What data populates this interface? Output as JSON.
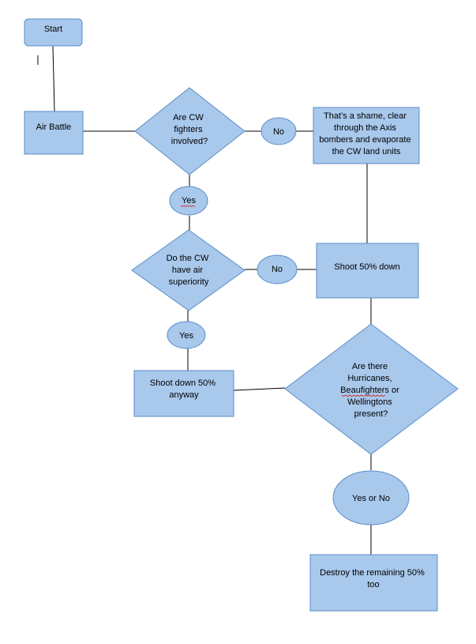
{
  "colors": {
    "fill": "#a8c8ec",
    "stroke": "#5b8ec6",
    "line": "#000000",
    "text": "#000000"
  },
  "nodes": {
    "start": {
      "lines": [
        "Start"
      ]
    },
    "air_battle": {
      "lines": [
        "Air Battle"
      ]
    },
    "q_cw_fighters": {
      "lines": [
        "Are CW",
        "fighters",
        "involved?"
      ]
    },
    "no_1": {
      "lines": [
        "No"
      ]
    },
    "shame_box": {
      "lines": [
        "That’s a shame, clear",
        "through the Axis",
        "bombers and evaporate",
        "the CW land units"
      ]
    },
    "yes_1": {
      "lines": [
        "Yes"
      ]
    },
    "q_superiority": {
      "lines": [
        "Do the CW",
        "have air",
        "superiority"
      ]
    },
    "no_2": {
      "lines": [
        "No"
      ]
    },
    "shoot_50_down": {
      "lines": [
        "Shoot 50% down"
      ]
    },
    "yes_2": {
      "lines": [
        "Yes"
      ]
    },
    "shoot_down_anyway": {
      "lines": [
        "Shoot down 50%",
        "anyway"
      ]
    },
    "q_hurricanes": {
      "lines": [
        "Are there",
        "Hurricanes,",
        "Beaufighters or",
        "Wellingtons",
        "present?"
      ]
    },
    "yes_or_no": {
      "lines": [
        "Yes or No"
      ]
    },
    "destroy_remaining": {
      "lines": [
        "Destroy the remaining 50%",
        "too"
      ]
    }
  }
}
